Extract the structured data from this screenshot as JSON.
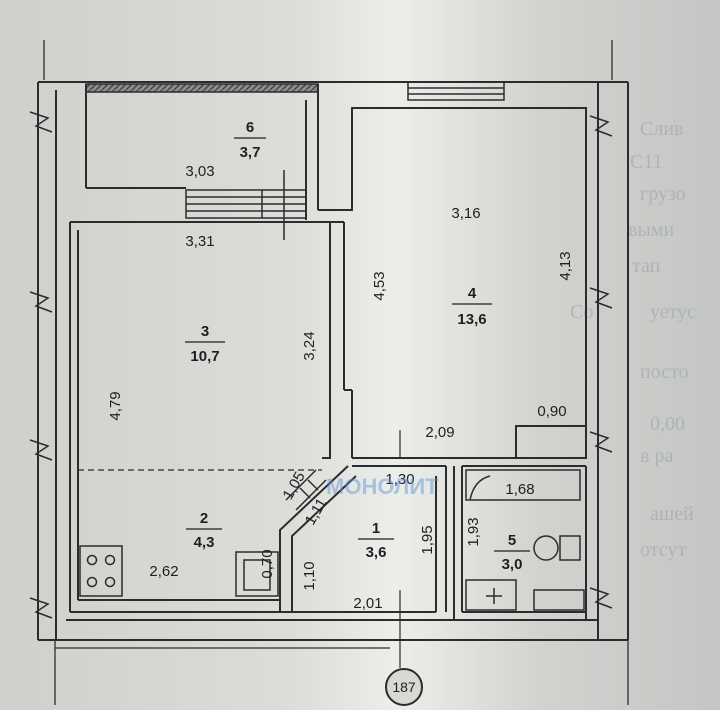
{
  "rooms": [
    {
      "number": "6",
      "area": "3,7"
    },
    {
      "number": "4",
      "area": "13,6"
    },
    {
      "number": "3",
      "area": "10,7"
    },
    {
      "number": "2",
      "area": "4,3"
    },
    {
      "number": "1",
      "area": "3,6"
    },
    {
      "number": "5",
      "area": "3,0"
    }
  ],
  "dimensions": [
    "3,03",
    "3,31",
    "3,16",
    "4,53",
    "4,13",
    "3,24",
    "4,79",
    "0,90",
    "2,09",
    "1,30",
    "1,68",
    "1,05",
    "1,11",
    "1,95",
    "1,93",
    "2,62",
    "0,70",
    "1,10",
    "2,01"
  ],
  "axis_marker": "187",
  "watermark": "МОНОЛИТ",
  "background_text": [
    "Слив",
    "С11",
    "грузо",
    "выми",
    "тап",
    "Со",
    "уетус",
    "посто",
    "0,00",
    "в ра",
    "ашей",
    "отсут"
  ]
}
